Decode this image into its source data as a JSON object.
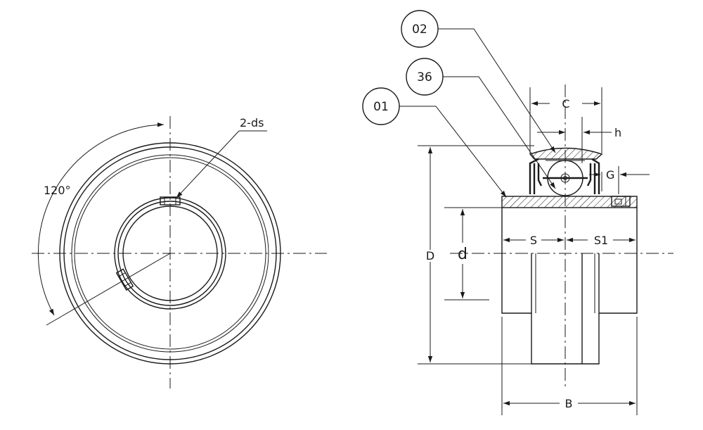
{
  "front_view": {
    "angle_label": "120°",
    "setscrew_label": "2-ds"
  },
  "section_view": {
    "balloons": [
      {
        "id": "balloon-02",
        "text": "02"
      },
      {
        "id": "balloon-36",
        "text": "36"
      },
      {
        "id": "balloon-01",
        "text": "01"
      }
    ],
    "dimensions": {
      "C": "C",
      "h": "h",
      "G": "G",
      "D": "D",
      "d": "d",
      "S": "S",
      "S1": "S1",
      "B": "B"
    }
  }
}
